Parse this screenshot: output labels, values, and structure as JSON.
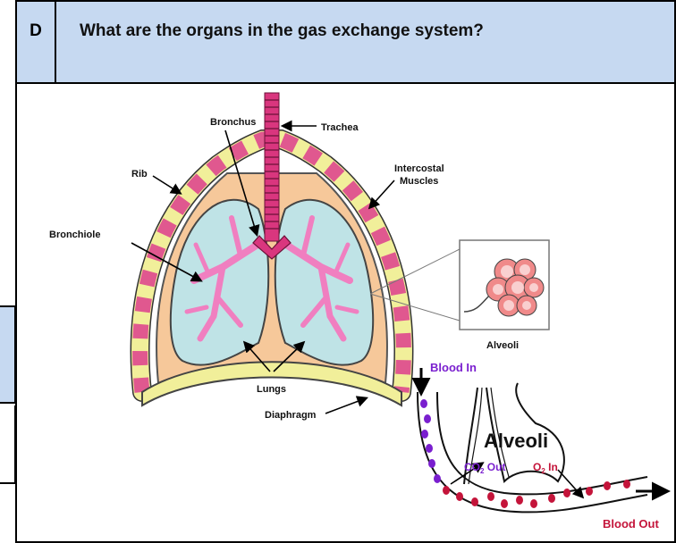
{
  "header": {
    "letter": "D",
    "question": "What are the organs in the gas exchange system?"
  },
  "diagram": {
    "labels": {
      "bronchus": "Bronchus",
      "trachea": "Trachea",
      "rib": "Rib",
      "intercostal_line1": "Intercostal",
      "intercostal_line2": "Muscles",
      "bronchiole": "Bronchiole",
      "lungs": "Lungs",
      "diaphragm": "Diaphragm",
      "alveoli_small": "Alveoli"
    },
    "exchange": {
      "blood_in": "Blood In",
      "alveoli": "Alveoli",
      "co2_out_prefix": "CO",
      "co2_out_sub": "2",
      "co2_out_suffix": " Out",
      "o2_in_prefix": "O",
      "o2_in_sub": "2",
      "o2_in_suffix": " In",
      "blood_out": "Blood Out"
    },
    "colors": {
      "trachea": "#d9367e",
      "lung_fill": "#bfe3e6",
      "bronchi": "#f07fc0",
      "cavity": "#f6c89a",
      "rib_yellow": "#f1ef9a",
      "rib_pink": "#e0588f",
      "deoxygenated": "#7a1fcf",
      "oxygenated": "#c4143a",
      "alveoli_cell": "#f08a8a"
    }
  }
}
